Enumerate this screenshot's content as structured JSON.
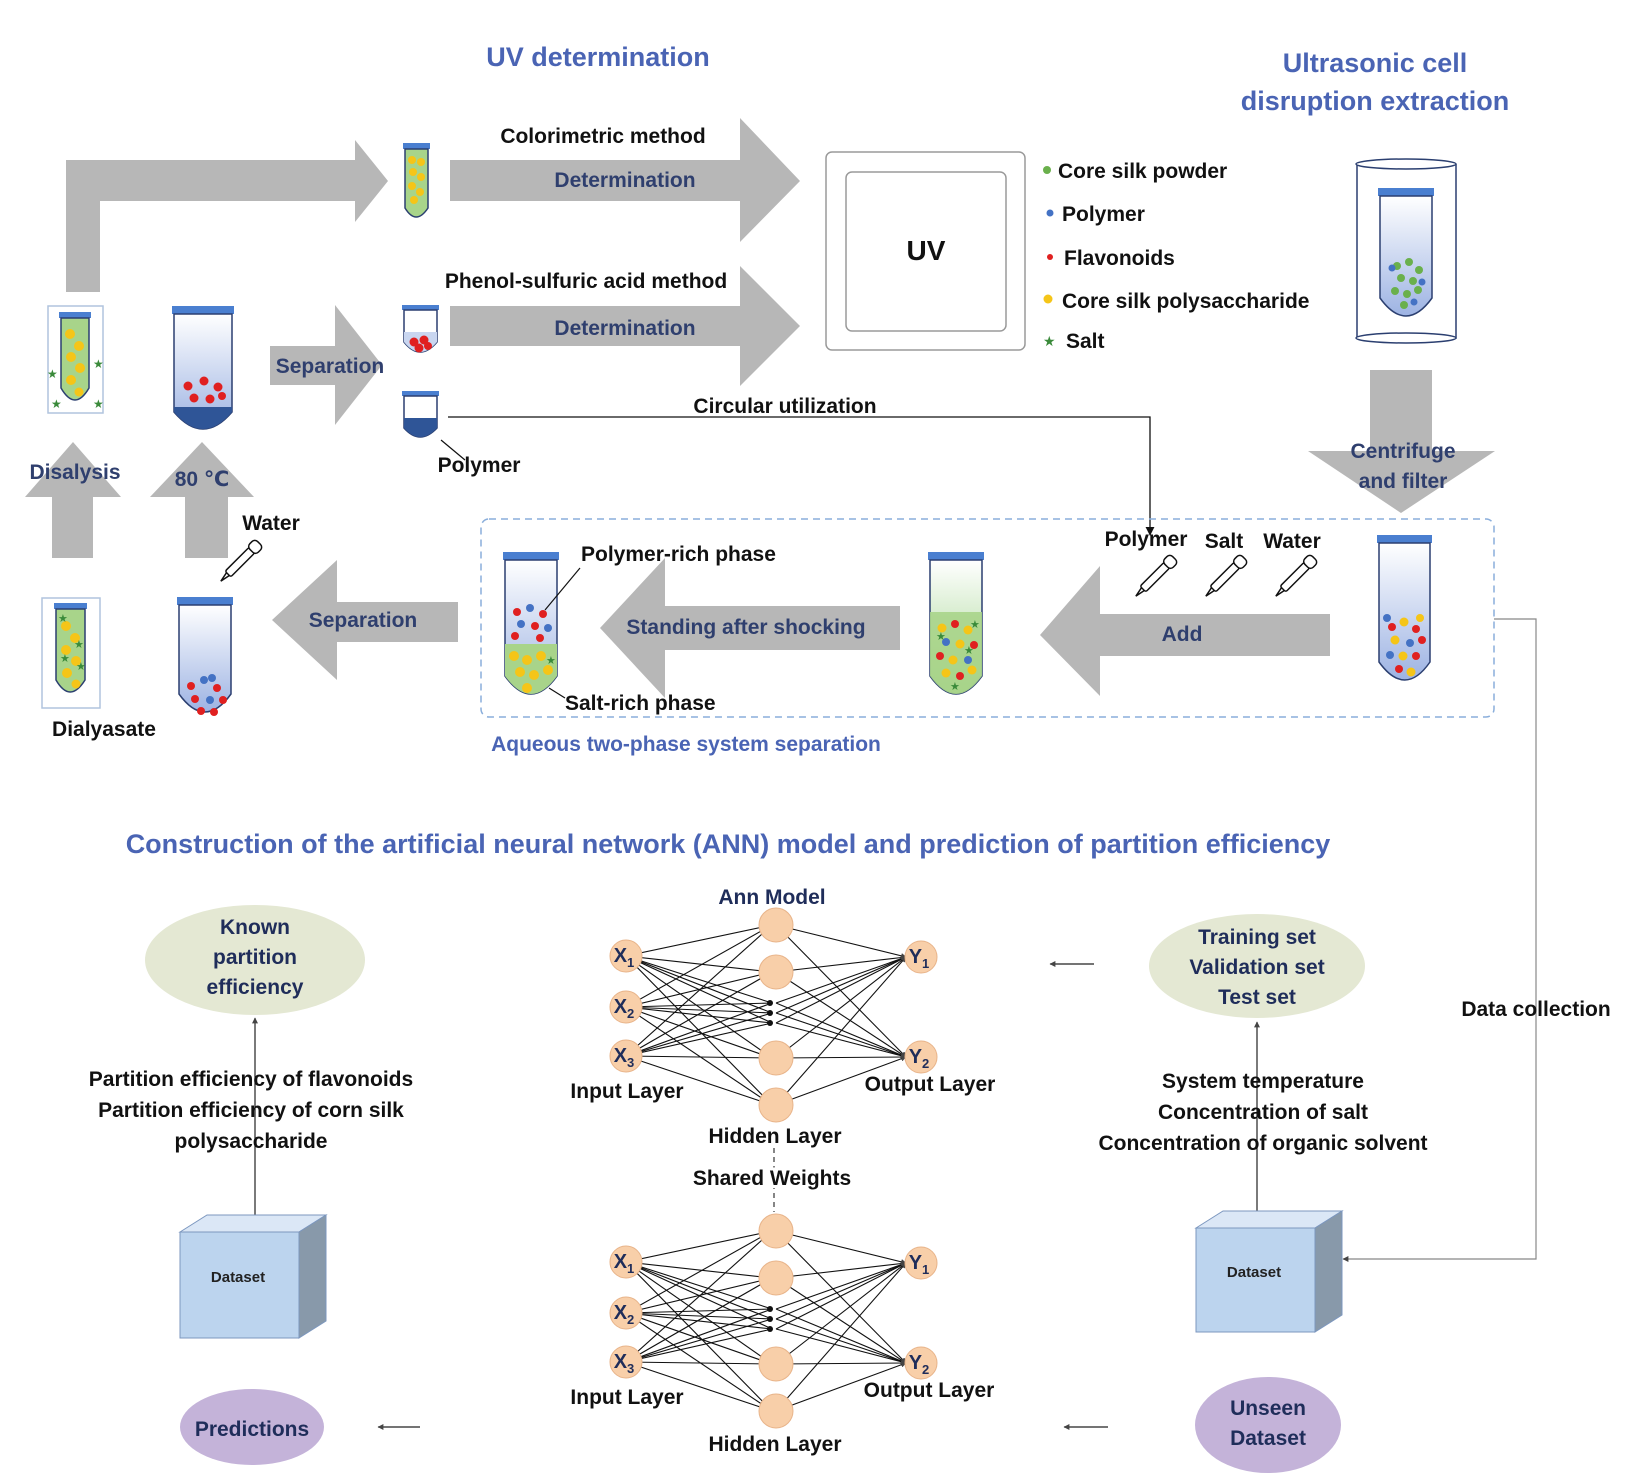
{
  "titles": {
    "uv_determination": "UV determination",
    "ultrasonic_line1": "Ultrasonic cell",
    "ultrasonic_line2": "disruption extraction",
    "ann_section": "Construction of the artificial neural network (ANN) model and prediction of partition efficiency",
    "atps": "Aqueous two-phase system separation"
  },
  "uv_box": {
    "label": "UV"
  },
  "legend": [
    {
      "label": "Core silk powder",
      "color": "#6ab04c",
      "marker": "dot"
    },
    {
      "label": "Polymer",
      "color": "#4472c4",
      "marker": "dot"
    },
    {
      "label": "Flavonoids",
      "color": "#e02020",
      "marker": "dot"
    },
    {
      "label": "Core silk polysaccharide",
      "color": "#f5c518",
      "marker": "dot"
    },
    {
      "label": "Salt",
      "color": "#3a8a3a",
      "marker": "star"
    }
  ],
  "labels": {
    "colorimetric": "Colorimetric method",
    "determination1": "Determination",
    "phenol": "Phenol-sulfuric acid method",
    "determination2": "Determination",
    "separation_top": "Separation",
    "circular": "Circular utilization",
    "polymer_tube": "Polymer",
    "disalysis": "Disalysis",
    "temp": "80 ℃",
    "water_left": "Water",
    "dialyasate": "Dialyasate",
    "separation_bottom": "Separation",
    "polymer_rich": "Polymer-rich phase",
    "salt_rich": "Salt-rich phase",
    "standing": "Standing after shocking",
    "add": "Add",
    "dropper_polymer": "Polymer",
    "dropper_salt": "Salt",
    "dropper_water": "Water",
    "centrifuge_line1": "Centrifuge",
    "centrifuge_line2": "and filter",
    "data_collection": "Data collection"
  },
  "ann": {
    "model_label": "Ann Model",
    "hidden_layer": "Hidden Layer",
    "input_layer": "Input Layer",
    "output_layer": "Output Layer",
    "shared_weights": "Shared Weights",
    "inputs": [
      "X1",
      "X2",
      "X3"
    ],
    "outputs": [
      "Y1",
      "Y2"
    ]
  },
  "left_panel": {
    "known_line1": "Known",
    "known_line2": "partition",
    "known_line3": "efficiency",
    "pe_line1": "Partition efficiency of flavonoids",
    "pe_line2": "Partition efficiency of corn silk",
    "pe_line3": "polysaccharide",
    "dataset": "Dataset",
    "predictions": "Predictions"
  },
  "right_panel": {
    "sets_line1": "Training set",
    "sets_line2": "Validation set",
    "sets_line3": "Test set",
    "var_line1": "System temperature",
    "var_line2": "Concentration of salt",
    "var_line3": "Concentration of organic solvent",
    "dataset": "Dataset",
    "unseen_line1": "Unseen",
    "unseen_line2": "Dataset"
  },
  "colors": {
    "title_blue": "#4a64b4",
    "arrow_gray": "#b7b7b7",
    "node_fill": "#f8cfa9",
    "ellipse_green": "#e4e8d3",
    "ellipse_purple": "#c4b3d9",
    "cube_front": "#bcd4ee"
  }
}
